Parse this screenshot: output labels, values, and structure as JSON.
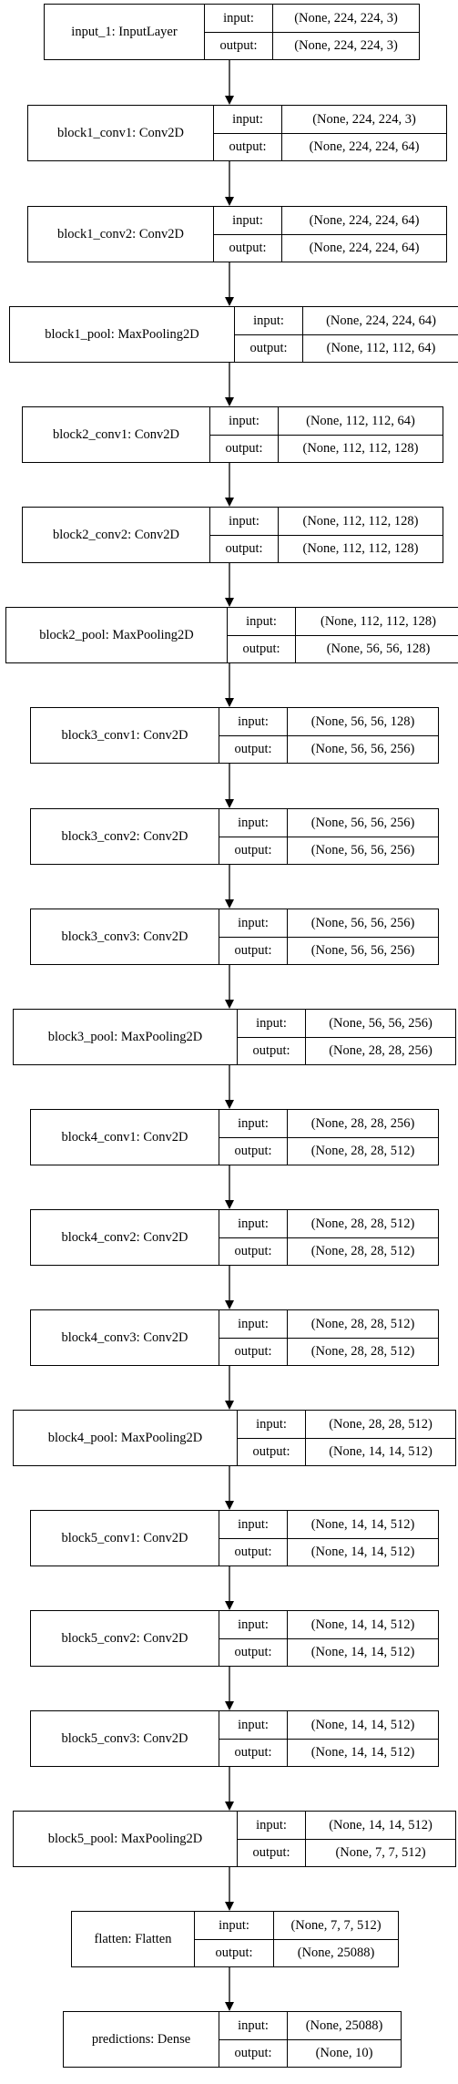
{
  "layers": [
    {
      "name": "input_1: InputLayer",
      "input_label": "input:",
      "output_label": "output:",
      "input": "(None, 224, 224, 3)",
      "output": "(None, 224, 224, 3)"
    },
    {
      "name": "block1_conv1: Conv2D",
      "input_label": "input:",
      "output_label": "output:",
      "input": "(None, 224, 224, 3)",
      "output": "(None, 224, 224, 64)"
    },
    {
      "name": "block1_conv2: Conv2D",
      "input_label": "input:",
      "output_label": "output:",
      "input": "(None, 224, 224, 64)",
      "output": "(None, 224, 224, 64)"
    },
    {
      "name": "block1_pool: MaxPooling2D",
      "input_label": "input:",
      "output_label": "output:",
      "input": "(None, 224, 224, 64)",
      "output": "(None, 112, 112, 64)"
    },
    {
      "name": "block2_conv1: Conv2D",
      "input_label": "input:",
      "output_label": "output:",
      "input": "(None, 112, 112, 64)",
      "output": "(None, 112, 112, 128)"
    },
    {
      "name": "block2_conv2: Conv2D",
      "input_label": "input:",
      "output_label": "output:",
      "input": "(None, 112, 112, 128)",
      "output": "(None, 112, 112, 128)"
    },
    {
      "name": "block2_pool: MaxPooling2D",
      "input_label": "input:",
      "output_label": "output:",
      "input": "(None, 112, 112, 128)",
      "output": "(None, 56, 56, 128)"
    },
    {
      "name": "block3_conv1: Conv2D",
      "input_label": "input:",
      "output_label": "output:",
      "input": "(None, 56, 56, 128)",
      "output": "(None, 56, 56, 256)"
    },
    {
      "name": "block3_conv2: Conv2D",
      "input_label": "input:",
      "output_label": "output:",
      "input": "(None, 56, 56, 256)",
      "output": "(None, 56, 56, 256)"
    },
    {
      "name": "block3_conv3: Conv2D",
      "input_label": "input:",
      "output_label": "output:",
      "input": "(None, 56, 56, 256)",
      "output": "(None, 56, 56, 256)"
    },
    {
      "name": "block3_pool: MaxPooling2D",
      "input_label": "input:",
      "output_label": "output:",
      "input": "(None, 56, 56, 256)",
      "output": "(None, 28, 28, 256)"
    },
    {
      "name": "block4_conv1: Conv2D",
      "input_label": "input:",
      "output_label": "output:",
      "input": "(None, 28, 28, 256)",
      "output": "(None, 28, 28, 512)"
    },
    {
      "name": "block4_conv2: Conv2D",
      "input_label": "input:",
      "output_label": "output:",
      "input": "(None, 28, 28, 512)",
      "output": "(None, 28, 28, 512)"
    },
    {
      "name": "block4_conv3: Conv2D",
      "input_label": "input:",
      "output_label": "output:",
      "input": "(None, 28, 28, 512)",
      "output": "(None, 28, 28, 512)"
    },
    {
      "name": "block4_pool: MaxPooling2D",
      "input_label": "input:",
      "output_label": "output:",
      "input": "(None, 28, 28, 512)",
      "output": "(None, 14, 14, 512)"
    },
    {
      "name": "block5_conv1: Conv2D",
      "input_label": "input:",
      "output_label": "output:",
      "input": "(None, 14, 14, 512)",
      "output": "(None, 14, 14, 512)"
    },
    {
      "name": "block5_conv2: Conv2D",
      "input_label": "input:",
      "output_label": "output:",
      "input": "(None, 14, 14, 512)",
      "output": "(None, 14, 14, 512)"
    },
    {
      "name": "block5_conv3: Conv2D",
      "input_label": "input:",
      "output_label": "output:",
      "input": "(None, 14, 14, 512)",
      "output": "(None, 14, 14, 512)"
    },
    {
      "name": "block5_pool: MaxPooling2D",
      "input_label": "input:",
      "output_label": "output:",
      "input": "(None, 14, 14, 512)",
      "output": "(None, 7, 7, 512)"
    },
    {
      "name": "flatten: Flatten",
      "input_label": "input:",
      "output_label": "output:",
      "input": "(None, 7, 7, 512)",
      "output": "(None, 25088)"
    },
    {
      "name": "predictions: Dense",
      "input_label": "input:",
      "output_label": "output:",
      "input": "(None, 25088)",
      "output": "(None, 10)"
    }
  ]
}
